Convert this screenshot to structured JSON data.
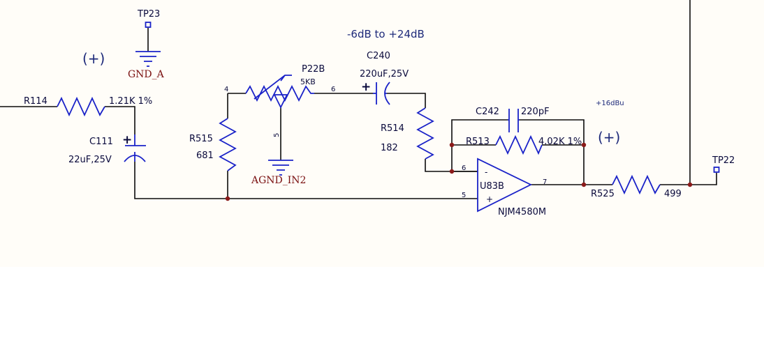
{
  "annotations": {
    "gain_range": "-6dB to +24dB",
    "level": "+16dBu",
    "polarity_1": "(+)",
    "polarity_2": "(+)"
  },
  "test_points": {
    "tp23": "TP23",
    "tp22": "TP22"
  },
  "grounds": {
    "gnd_a": "GND_A",
    "agnd_in2": "AGND_IN2"
  },
  "r114": {
    "ref": "R114",
    "value": "1.21K 1%"
  },
  "c111": {
    "ref": "C111",
    "value": "22uF,25V",
    "plus": "+"
  },
  "r515": {
    "ref": "R515",
    "value": "681"
  },
  "p22b": {
    "ref": "P22B",
    "value": "5KB",
    "pin4": "4",
    "pin5": "5",
    "pin6": "6"
  },
  "c240": {
    "ref": "C240",
    "value": "220uF,25V",
    "plus": "+"
  },
  "r514": {
    "ref": "R514",
    "value": "182"
  },
  "c242": {
    "ref": "C242",
    "value": "220pF"
  },
  "r513": {
    "ref": "R513",
    "value": "4.02K 1%"
  },
  "u83b": {
    "ref": "U83B",
    "part": "NJM4580M",
    "pin5": "5",
    "pin6": "6",
    "pin7": "7",
    "minus": "-",
    "plus": "+"
  },
  "r525": {
    "ref": "R525",
    "value": "499"
  },
  "colors": {
    "wire": "#0b0b0b",
    "component": "#1a22c8",
    "junction": "#8b1a1a",
    "ground_text": "#7a1010",
    "sheet": "#fffdf8"
  }
}
